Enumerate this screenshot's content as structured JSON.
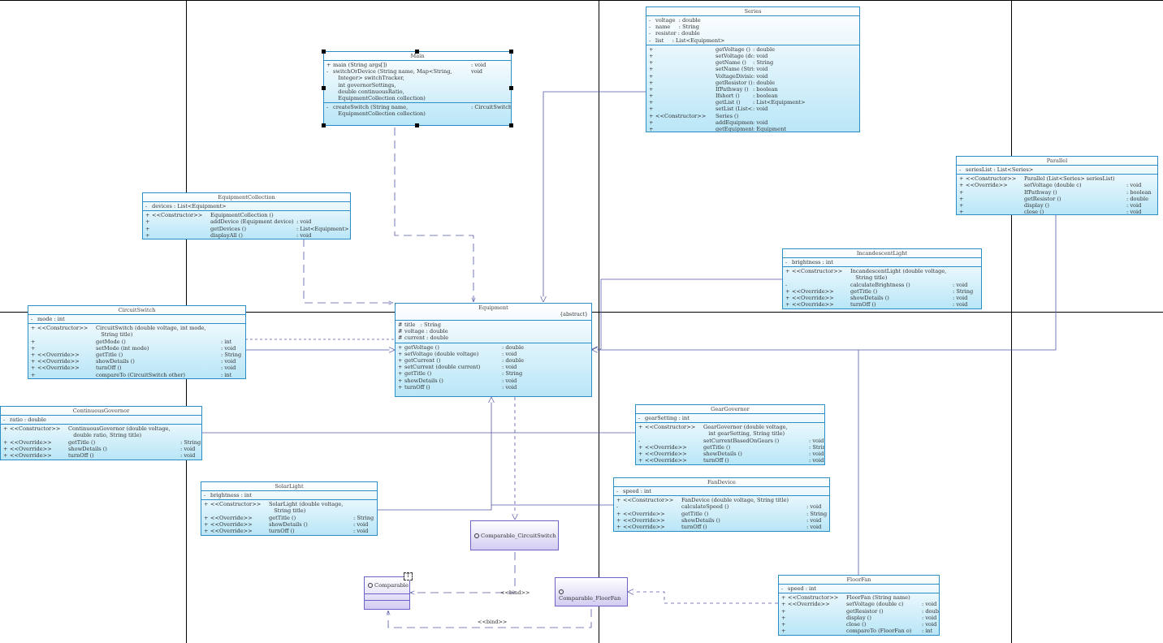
{
  "colors": {
    "class_border": "#2b8fc6",
    "interface_border": "#6b63c5",
    "relation": "#5559a8"
  },
  "classes": {
    "series": {
      "name": "Series",
      "attributes": [
        [
          "-",
          "voltage  : double"
        ],
        [
          "-",
          "name     : String"
        ],
        [
          "-",
          "resistor : double"
        ],
        [
          "-",
          "list     : List<Equipment>"
        ]
      ],
      "operations": [
        [
          "+",
          "",
          "getVoltage ()",
          ": double"
        ],
        [
          "+",
          "",
          "setVoltage (double voltage)",
          ": void"
        ],
        [
          "+",
          "",
          "getName ()",
          ": String"
        ],
        [
          "+",
          "",
          "setName (String name)",
          ": void"
        ],
        [
          "+",
          "",
          "VoltageDivision ()",
          ": void"
        ],
        [
          "+",
          "",
          "getResistor ()",
          ": double"
        ],
        [
          "+",
          "",
          "IfPathway ()",
          ": boolean"
        ],
        [
          "+",
          "",
          "Ifshort ()",
          ": boolean"
        ],
        [
          "+",
          "",
          "getList ()",
          ": List<Equipment>"
        ],
        [
          "+",
          "",
          "setList (List<Equipment> list)",
          ": void"
        ],
        [
          "+",
          "<<Constructor>>",
          "Series ()",
          ""
        ],
        [
          "+",
          "",
          "addEquipment (Equipment e)",
          ": void"
        ],
        [
          "+",
          "",
          "getEquipment (int index)",
          ": Equipment"
        ]
      ]
    },
    "main": {
      "name": "Main",
      "operations": [
        [
          "+",
          "",
          "main (String args[])",
          ": void"
        ],
        [
          "-",
          "",
          "switchOrDevice (String name, Map<String,",
          "void"
        ],
        [
          "",
          "",
          "   Integer> switchTracker,",
          ""
        ],
        [
          "",
          "",
          "   int governorSettings,",
          ""
        ],
        [
          "",
          "",
          "   double continuousRatio,",
          ""
        ],
        [
          "",
          "",
          "   EquipmentCollection collection)",
          ""
        ]
      ],
      "operations2": [
        [
          "-",
          "",
          "createSwitch (String name,",
          ": CircuitSwitch"
        ],
        [
          "",
          "",
          "   EquipmentCollection collection)",
          ""
        ]
      ]
    },
    "parallel": {
      "name": "Parallel",
      "attributes": [
        [
          "-",
          "seriesList : List<Series>"
        ]
      ],
      "operations": [
        [
          "+",
          "<<Constructor>>",
          "Parallel (List<Series> seriesList)",
          ""
        ],
        [
          "+",
          "<<Override>>",
          "setVoltage (double c)",
          ": void"
        ],
        [
          "+",
          "",
          "IfPathway ()",
          ": boolean"
        ],
        [
          "+",
          "",
          "getResistor ()",
          ": double"
        ],
        [
          "+",
          "",
          "display ()",
          ": void"
        ],
        [
          "+",
          "",
          "close ()",
          ": void"
        ]
      ]
    },
    "equipment_collection": {
      "name": "EquipmentCollection",
      "attributes": [
        [
          "-",
          "devices : List<Equipment>"
        ]
      ],
      "operations": [
        [
          "+",
          "<<Constructor>>",
          "EquipmentCollection ()",
          ""
        ],
        [
          "+",
          "",
          "addDevice (Equipment device)",
          ": void"
        ],
        [
          "+",
          "",
          "getDevices ()",
          ": List<Equipment>"
        ],
        [
          "+",
          "",
          "displayAll ()",
          ": void"
        ]
      ]
    },
    "incandescent_light": {
      "name": "IncandescentLight",
      "attributes": [
        [
          "-",
          "brightness : int"
        ]
      ],
      "operations": [
        [
          "+",
          "<<Constructor>>",
          "IncandescentLight (double voltage,",
          ""
        ],
        [
          "",
          "",
          "   String title)",
          ""
        ],
        [
          "-",
          "",
          "calculateBrightness ()",
          ": void"
        ],
        [
          "+",
          "<<Override>>",
          "getTitle ()",
          ": String"
        ],
        [
          "+",
          "<<Override>>",
          "showDetails ()",
          ": void"
        ],
        [
          "+",
          "<<Override>>",
          "turnOff ()",
          ": void"
        ]
      ]
    },
    "circuit_switch": {
      "name": "CircuitSwitch",
      "attributes": [
        [
          "-",
          "mode : int"
        ]
      ],
      "operations": [
        [
          "+",
          "<<Constructor>>",
          "CircuitSwitch (double voltage, int mode,",
          ""
        ],
        [
          "",
          "",
          "   String title)",
          ""
        ],
        [
          "+",
          "",
          "getMode ()",
          ": int"
        ],
        [
          "+",
          "",
          "setMode (int mode)",
          ": void"
        ],
        [
          "+",
          "<<Override>>",
          "getTitle ()",
          ": String"
        ],
        [
          "+",
          "<<Override>>",
          "showDetails ()",
          ": void"
        ],
        [
          "+",
          "<<Override>>",
          "turnOff ()",
          ": void"
        ],
        [
          "+",
          "",
          "compareTo (CircuitSwitch other)",
          ": int"
        ]
      ]
    },
    "equipment": {
      "name": "Equipment",
      "stereotype": "{abstract}",
      "attributes": [
        [
          "#",
          "title   : String"
        ],
        [
          "#",
          "voltage : double"
        ],
        [
          "#",
          "current : double"
        ]
      ],
      "operations": [
        [
          "+",
          "",
          "getVoltage ()",
          ": double"
        ],
        [
          "+",
          "",
          "setVoltage (double voltage)",
          ": void"
        ],
        [
          "+",
          "",
          "getCurrent ()",
          ": double"
        ],
        [
          "+",
          "",
          "setCurrent (double current)",
          ": void"
        ],
        [
          "+",
          "",
          "getTitle ()",
          ": String"
        ],
        [
          "+",
          "",
          "showDetails ()",
          ": void"
        ],
        [
          "+",
          "",
          "turnOff ()",
          ": void"
        ]
      ]
    },
    "continuous_governor": {
      "name": "ContinuousGovernor",
      "attributes": [
        [
          "-",
          "ratio : double"
        ]
      ],
      "operations": [
        [
          "+",
          "<<Constructor>>",
          "ContinuousGovernor (double voltage,",
          ""
        ],
        [
          "",
          "",
          "   double ratio, String title)",
          ""
        ],
        [
          "+",
          "<<Override>>",
          "getTitle ()",
          ": String"
        ],
        [
          "+",
          "<<Override>>",
          "showDetails ()",
          ": void"
        ],
        [
          "+",
          "<<Override>>",
          "turnOff ()",
          ": void"
        ]
      ]
    },
    "gear_governor": {
      "name": "GearGovernor",
      "attributes": [
        [
          "-",
          "gearSetting : int"
        ]
      ],
      "operations": [
        [
          "+",
          "<<Constructor>>",
          "GearGovernor (double voltage,",
          ""
        ],
        [
          "",
          "",
          "   int gearSetting, String title)",
          ""
        ],
        [
          "-",
          "",
          "setCurrentBasedOnGears ()",
          ": void"
        ],
        [
          "+",
          "<<Override>>",
          "getTitle ()",
          ": String"
        ],
        [
          "+",
          "<<Override>>",
          "showDetails ()",
          ": void"
        ],
        [
          "+",
          "<<Override>>",
          "turnOff ()",
          ": void"
        ]
      ]
    },
    "fan_device": {
      "name": "FanDevice",
      "attributes": [
        [
          "-",
          "speed : int"
        ]
      ],
      "operations": [
        [
          "+",
          "<<Constructor>>",
          "FanDevice (double voltage, String title)",
          ""
        ],
        [
          "-",
          "",
          "calculateSpeed ()",
          ": void"
        ],
        [
          "+",
          "<<Override>>",
          "getTitle ()",
          ": String"
        ],
        [
          "+",
          "<<Override>>",
          "showDetails ()",
          ": void"
        ],
        [
          "+",
          "<<Override>>",
          "turnOff ()",
          ": void"
        ]
      ]
    },
    "solar_light": {
      "name": "SolarLight",
      "attributes": [
        [
          "-",
          "brightness : int"
        ]
      ],
      "operations": [
        [
          "+",
          "<<Constructor>>",
          "SolarLight (double voltage,",
          ""
        ],
        [
          "",
          "",
          "   String title)",
          ""
        ],
        [
          "+",
          "<<Override>>",
          "getTitle ()",
          ": String"
        ],
        [
          "+",
          "<<Override>>",
          "showDetails ()",
          ": void"
        ],
        [
          "+",
          "<<Override>>",
          "turnOff ()",
          ": void"
        ]
      ]
    },
    "floor_fan": {
      "name": "FloorFan",
      "attributes": [
        [
          "-",
          "speed : int"
        ]
      ],
      "operations": [
        [
          "+",
          "<<Constructor>>",
          "FloorFan (String name)",
          ""
        ],
        [
          "+",
          "<<Override>>",
          "setVoltage (double c)",
          ": void"
        ],
        [
          "+",
          "",
          "getResistor ()",
          ": double"
        ],
        [
          "+",
          "",
          "display ()",
          ": void"
        ],
        [
          "+",
          "",
          "close ()",
          ": void"
        ],
        [
          "+",
          "",
          "compareTo (FloorFan o)",
          ": int"
        ]
      ]
    }
  },
  "interfaces": {
    "comparable": {
      "name": "Comparable",
      "template_param": "T"
    },
    "comparable_circuit_switch": {
      "name": "Comparable_CircuitSwitch"
    },
    "comparable_floor_fan": {
      "name": "Comparable_FloorFan"
    }
  },
  "edge_labels": {
    "bind1": "<<bind>>",
    "bind2": "<<bind>>"
  }
}
